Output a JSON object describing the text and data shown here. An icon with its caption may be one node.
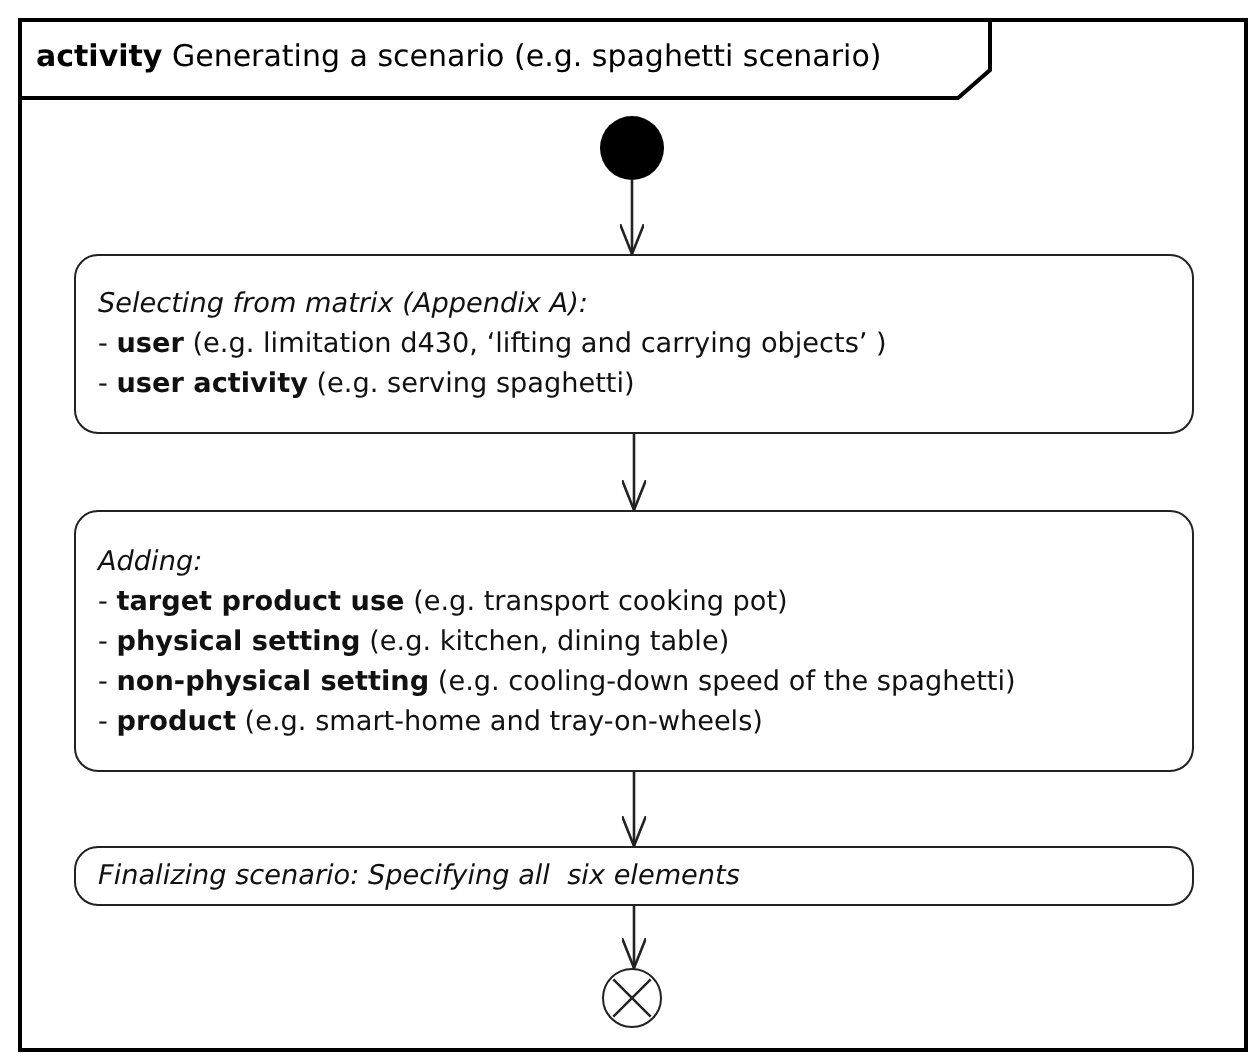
{
  "diagram": {
    "nodes": [
      {
        "text": [
          "**activity** Generating a scenario (e.g. spaghetti scenario)"
        ]
      },
      {
        "text": [],
        "shape": "dot",
        "in": 0
      },
      {
        "text": [
          "Selecting from matrix (Appendix A):",
          "- **user** (e.g. limitation d430, ‘lifting and carrying objects’ )",
          "- **user activity** (e.g. serving spaghetti)"
        ],
        "in": 0
      },
      {
        "text": [
          "Adding:",
          "- **target product use** (e.g. transport cooking pot)",
          "- **physical setting** (e.g. kitchen, dining table)",
          "- **non-physical setting** (e.g. cooling-down speed of the spaghetti)",
          "- **product** (e.g. smart-home and tray-on-wheels)"
        ],
        "in": 0
      },
      {
        "text": [
          "Finalizing scenario: Specifying all  six elements"
        ],
        "in": 0
      },
      {
        "text": [],
        "shape": "cross",
        "in": 0
      }
    ],
    "edges": [
      {
        "from": 1,
        "to": 2,
        "arrow": "to"
      },
      {
        "from": 2,
        "to": 3,
        "arrow": "to"
      },
      {
        "from": 3,
        "to": 4,
        "arrow": "to"
      },
      {
        "from": 4,
        "to": 5,
        "arrow": "to"
      }
    ]
  }
}
